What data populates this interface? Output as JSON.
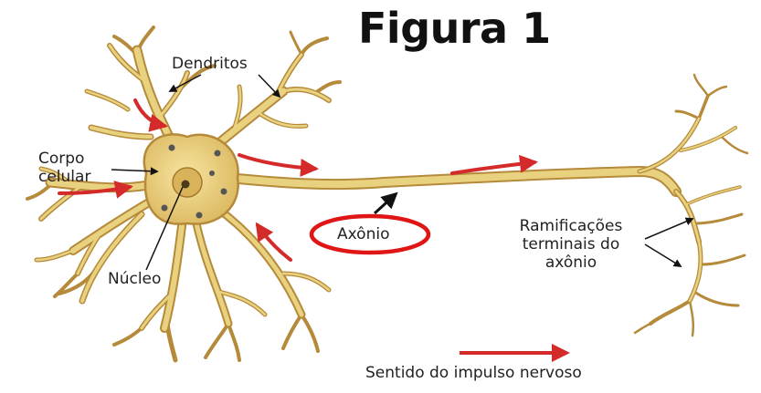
{
  "figure": {
    "title": "Figura 1",
    "labels": {
      "dendrites": "Dendritos",
      "cell_body_line1": "Corpo",
      "cell_body_line2": "celular",
      "nucleus": "Núcleo",
      "axon": "Axônio",
      "terminals_line1": "Ramificações",
      "terminals_line2": "terminais do",
      "terminals_line3": "axônio"
    },
    "legend": "Sentido do impulso nervoso",
    "colors": {
      "neuron_fill": "#e9d27f",
      "neuron_outline": "#b58a3a",
      "impulse_arrow": "#d42a2a",
      "highlight_ellipse": "#e01515"
    }
  }
}
